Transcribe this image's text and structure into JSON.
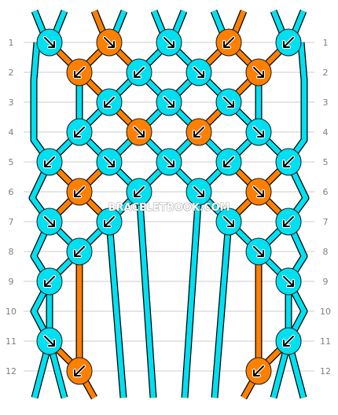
{
  "colors": {
    "A": "#00e0f0",
    "B": "#ff8000",
    "outline": "#000000",
    "grid": "#cccccc",
    "row_label": "#808080"
  },
  "strands_top": [
    "A",
    "A",
    "B",
    "A",
    "A",
    "A",
    "B",
    "A",
    "A"
  ],
  "strands_bottom": [
    "A",
    "A",
    "B",
    "A",
    "A",
    "A",
    "A",
    "B",
    "A",
    "A"
  ],
  "row_numbers": [
    "1",
    "2",
    "3",
    "4",
    "5",
    "6",
    "7",
    "8",
    "9",
    "10",
    "11",
    "12"
  ],
  "watermark": "BRACELETBOOK.COM",
  "knots": [
    {
      "row": 1,
      "col": 1,
      "color": "A",
      "dir": "down-right"
    },
    {
      "row": 1,
      "col": 3,
      "color": "B",
      "dir": "down-right"
    },
    {
      "row": 1,
      "col": 5,
      "color": "A",
      "dir": "down-right"
    },
    {
      "row": 1,
      "col": 7,
      "color": "B",
      "dir": "down-left"
    },
    {
      "row": 1,
      "col": 9,
      "color": "A",
      "dir": "down-left"
    },
    {
      "row": 2,
      "col": 2,
      "color": "B",
      "dir": "down-left"
    },
    {
      "row": 2,
      "col": 4,
      "color": "A",
      "dir": "down-left"
    },
    {
      "row": 2,
      "col": 6,
      "color": "A",
      "dir": "down-right"
    },
    {
      "row": 2,
      "col": 8,
      "color": "B",
      "dir": "down-right"
    },
    {
      "row": 3,
      "col": 3,
      "color": "A",
      "dir": "down-left"
    },
    {
      "row": 3,
      "col": 5,
      "color": "A",
      "dir": "down-right"
    },
    {
      "row": 3,
      "col": 7,
      "color": "A",
      "dir": "down-right"
    },
    {
      "row": 4,
      "col": 2,
      "color": "A",
      "dir": "down-left"
    },
    {
      "row": 4,
      "col": 4,
      "color": "B",
      "dir": "down-right"
    },
    {
      "row": 4,
      "col": 6,
      "color": "B",
      "dir": "down-left"
    },
    {
      "row": 4,
      "col": 8,
      "color": "A",
      "dir": "down-right"
    },
    {
      "row": 5,
      "col": 1,
      "color": "A",
      "dir": "down-left"
    },
    {
      "row": 5,
      "col": 3,
      "color": "A",
      "dir": "down-right"
    },
    {
      "row": 5,
      "col": 5,
      "color": "A",
      "dir": "down-right"
    },
    {
      "row": 5,
      "col": 7,
      "color": "A",
      "dir": "down-left"
    },
    {
      "row": 5,
      "col": 9,
      "color": "A",
      "dir": "down-left"
    },
    {
      "row": 6,
      "col": 2,
      "color": "B",
      "dir": "down-left"
    },
    {
      "row": 6,
      "col": 4,
      "color": "A",
      "dir": "down-left"
    },
    {
      "row": 6,
      "col": 6,
      "color": "A",
      "dir": "down-right"
    },
    {
      "row": 6,
      "col": 8,
      "color": "B",
      "dir": "down-right"
    },
    {
      "row": 7,
      "col": 1,
      "color": "A",
      "dir": "down-right"
    },
    {
      "row": 7,
      "col": 3,
      "color": "A",
      "dir": "down-left"
    },
    {
      "row": 7,
      "col": 7,
      "color": "A",
      "dir": "down-right"
    },
    {
      "row": 7,
      "col": 9,
      "color": "A",
      "dir": "down-left"
    },
    {
      "row": 8,
      "col": 2,
      "color": "A",
      "dir": "down-left"
    },
    {
      "row": 8,
      "col": 8,
      "color": "A",
      "dir": "down-right"
    },
    {
      "row": 9,
      "col": 1,
      "color": "A",
      "dir": "down-left"
    },
    {
      "row": 9,
      "col": 9,
      "color": "A",
      "dir": "down-right"
    },
    {
      "row": 11,
      "col": 1,
      "color": "A",
      "dir": "down-right"
    },
    {
      "row": 11,
      "col": 9,
      "color": "A",
      "dir": "down-left"
    },
    {
      "row": 12,
      "col": 2,
      "color": "B",
      "dir": "down-left"
    },
    {
      "row": 12,
      "col": 8,
      "color": "B",
      "dir": "down-left"
    }
  ]
}
